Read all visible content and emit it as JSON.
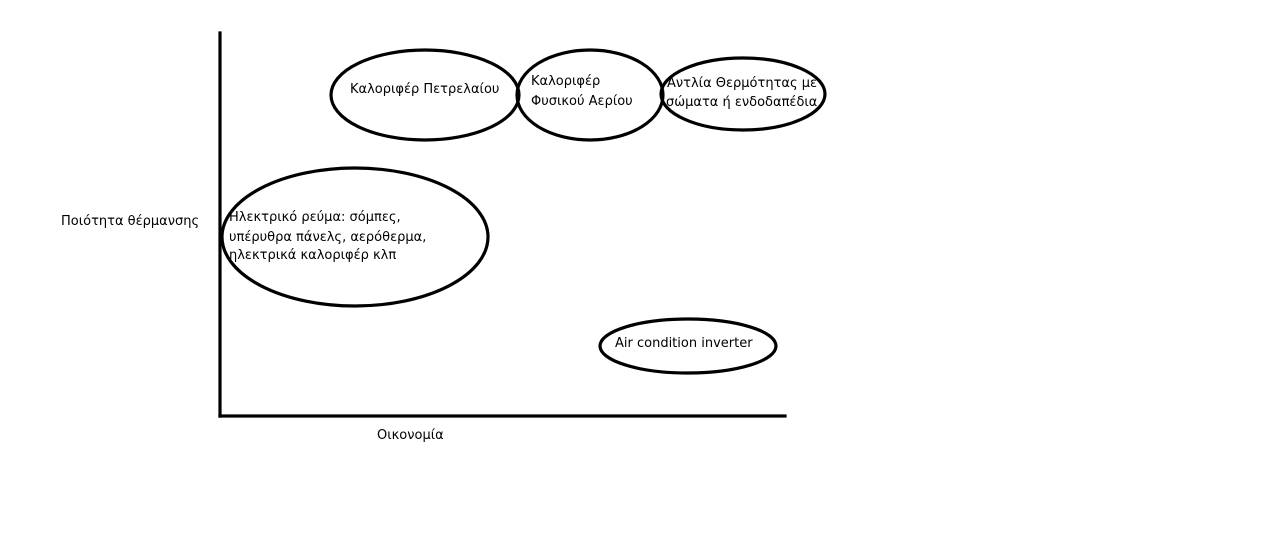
{
  "diagram": {
    "axes": {
      "y_label": "Ποιότητα θέρμανσης",
      "x_label": "Οικονομία"
    },
    "nodes": {
      "oil": {
        "lines": [
          "Καλοριφέρ Πετρελαίου"
        ]
      },
      "gas": {
        "lines": [
          "Καλοριφέρ",
          "Φυσικού Αερίου"
        ]
      },
      "heatpump": {
        "lines": [
          "Αντλία Θερμότητας με",
          "σώματα ή ενδοδαπέδια"
        ]
      },
      "electric": {
        "lines": [
          "Ηλεκτρικό ρεύμα: σόμπες,",
          "υπέρυθρα πάνελς, αερόθερμα,",
          "ηλεκτρικά καλοριφέρ κλπ"
        ]
      },
      "ac": {
        "lines": [
          "Air condition inverter"
        ]
      }
    }
  }
}
